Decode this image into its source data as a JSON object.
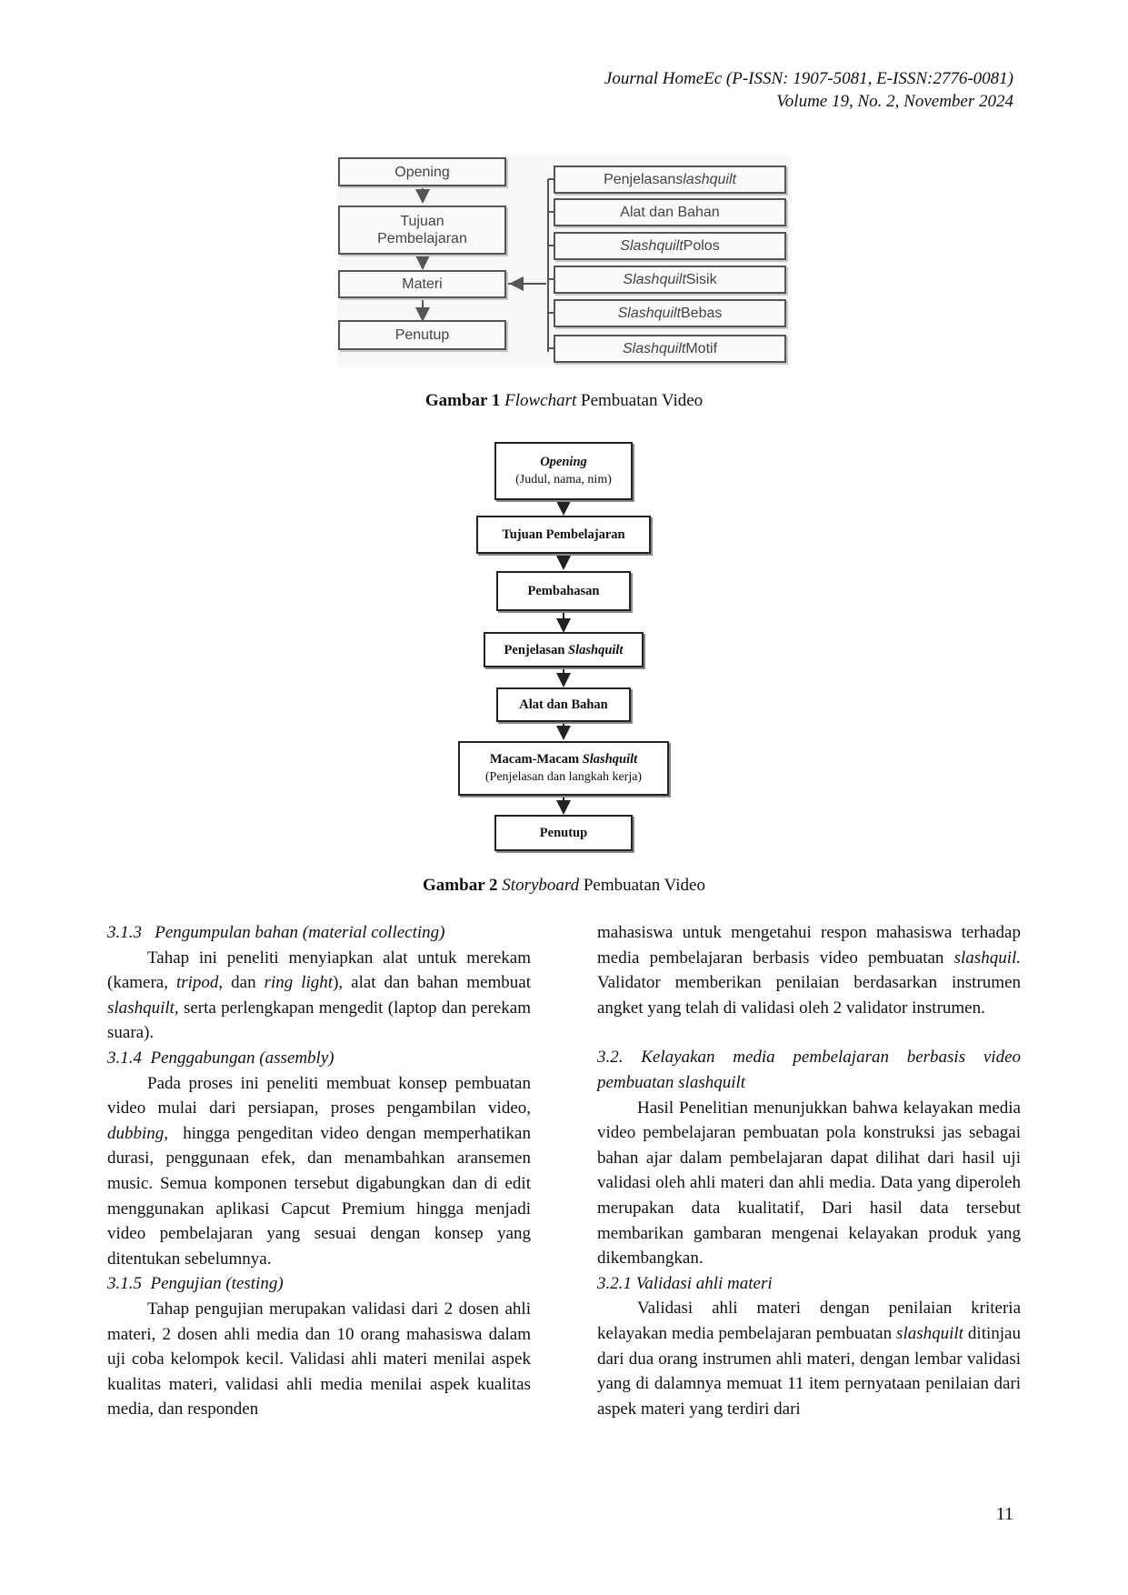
{
  "header": {
    "line1": "Journal HomeEc (P-ISSN: 1907-5081, E-ISSN:2776-0081)",
    "line2": "Volume 19, No. 2, November 2024"
  },
  "figure1": {
    "left_steps": [
      "Opening",
      "Tujuan Pembelajaran",
      "Materi",
      "Penutup"
    ],
    "right_items": [
      {
        "italic": "",
        "text": "Penjelasan ",
        "italic_after": "slashquilt"
      },
      {
        "italic": "",
        "text": "Alat dan Bahan",
        "italic_after": ""
      },
      {
        "italic": "Slashquilt",
        "text": " Polos",
        "italic_after": ""
      },
      {
        "italic": "Slashquilt",
        "text": " Sisik",
        "italic_after": ""
      },
      {
        "italic": "Slashquilt",
        "text": " Bebas",
        "italic_after": ""
      },
      {
        "italic": "Slashquilt",
        "text": " Motif",
        "italic_after": ""
      }
    ],
    "caption_bold": "Gambar 1",
    "caption_italic": "Flowchart",
    "caption_rest": " Pembuatan Video"
  },
  "figure2": {
    "box1_title": "Opening",
    "box1_sub": "(Judul, nama, nim)",
    "box2": "Tujuan Pembelajaran",
    "box3": "Pembahasan",
    "box4_text": "Penjelasan ",
    "box4_italic": "Slashquilt",
    "box5": "Alat dan Bahan",
    "box6_text": "Macam-Macam ",
    "box6_italic": "Slashquilt",
    "box6_sub": "(Penjelasan dan langkah kerja)",
    "box7": "Penutup",
    "caption_bold": "Gambar 2",
    "caption_italic": "Storyboard",
    "caption_rest": " Pembuatan Video"
  },
  "left_column": {
    "h313": "3.1.3   Pengumpulan bahan (material collecting)",
    "p313_a": "Tahap ini peneliti menyiapkan alat untuk merekam (kamera, ",
    "p313_i1": "tripod",
    "p313_b": ", dan ",
    "p313_i2": "ring light",
    "p313_c": "), alat dan bahan membuat ",
    "p313_i3": "slashquilt,",
    "p313_d": " serta perlengkapan mengedit (laptop dan perekam suara).",
    "h314": "3.1.4  Penggabungan (assembly)",
    "p314_a": "Pada proses ini peneliti membuat konsep pembuatan video mulai dari persiapan, proses pengambilan video, ",
    "p314_i1": "dubbing,",
    "p314_b": "  hingga pengeditan video dengan memperhatikan durasi, penggunaan efek, dan menambahkan aransemen music. Semua komponen tersebut digabungkan dan di edit menggunakan aplikasi Capcut Premium hingga menjadi video pembelajaran yang sesuai dengan konsep yang ditentukan sebelumnya.",
    "h315": "3.1.5  Pengujian (testing)",
    "p315": "Tahap pengujian merupakan validasi dari 2 dosen ahli materi, 2 dosen ahli media dan 10 orang mahasiswa dalam uji coba kelompok kecil. Validasi ahli materi menilai aspek kualitas materi, validasi ahli media menilai aspek kualitas media, dan responden"
  },
  "right_column": {
    "p_cont_a": "mahasiswa untuk mengetahui respon mahasiswa terhadap media pembelajaran berbasis video pembuatan ",
    "p_cont_i": "slashquil.",
    "p_cont_b": " Validator memberikan penilaian berdasarkan instrumen angket yang telah di validasi oleh 2 validator instrumen.",
    "h32": "3.2. Kelayakan media pembelajaran berbasis video pembuatan slashquilt",
    "p32": "Hasil Penelitian menunjukkan bahwa kelayakan media video pembelajaran pembuatan pola konstruksi jas sebagai bahan ajar dalam pembelajaran dapat dilihat dari hasil uji validasi oleh ahli materi dan ahli media. Data yang diperoleh merupakan data kualitatif, Dari hasil data tersebut membarikan gambaran mengenai kelayakan produk yang dikembangkan.",
    "h321": "3.2.1 Validasi ahli materi",
    "p321_a": "Validasi ahli materi dengan penilaian kriteria kelayakan media pembelajaran pembuatan ",
    "p321_i": "slashquilt",
    "p321_b": " ditinjau dari dua orang instrumen ahli materi, dengan lembar validasi yang di dalamnya memuat 11 item pernyataan penilaian dari aspek materi yang terdiri dari"
  },
  "page_number": "11"
}
